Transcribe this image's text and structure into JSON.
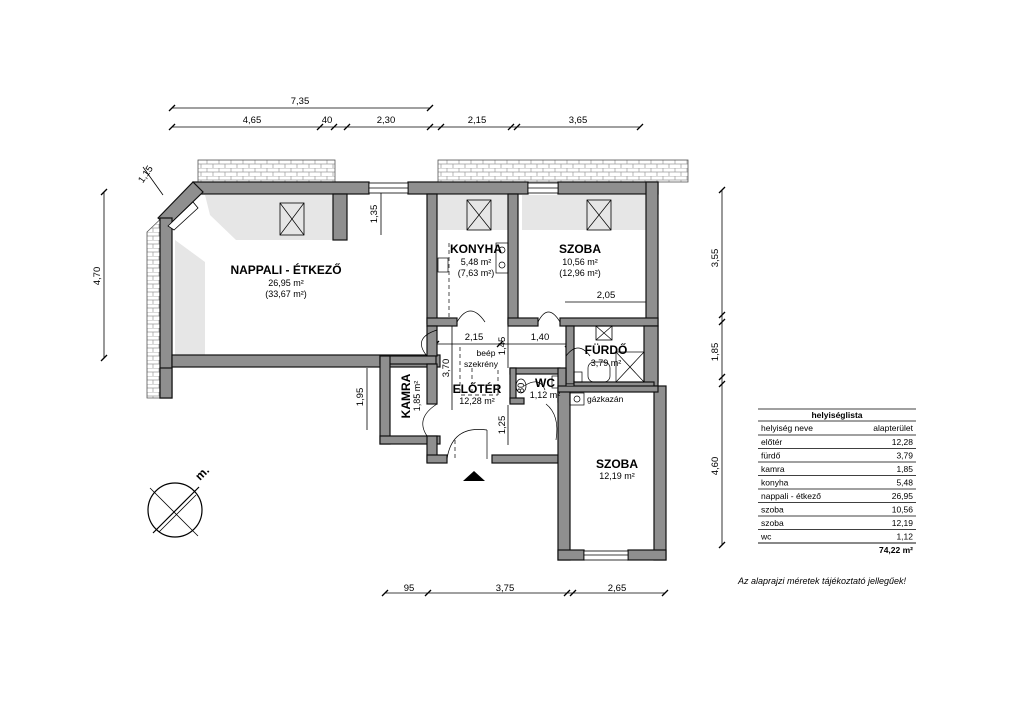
{
  "dimensions": {
    "top_overall": "7,35",
    "top_seg1": "4,65",
    "top_seg2": "40",
    "top_seg3": "2,30",
    "top_seg4": "2,15",
    "top_seg5": "3,65",
    "diag": "1,15",
    "left_height": "4,70",
    "pillar": "1,35",
    "right1": "3,55",
    "right2": "1,85",
    "right3": "4,60",
    "szoba_width": "2,05",
    "hall_width": "2,15",
    "hall_width2": "1,40",
    "v145": "1,45",
    "v370": "3,70",
    "v195": "1,95",
    "v125": "1,25",
    "v80": "80",
    "bottom1": "95",
    "bottom2": "3,75",
    "bottom3": "2,65"
  },
  "rooms": {
    "nappali": {
      "name": "NAPPALI - ÉTKEZŐ",
      "area": "26,95 m²",
      "area2": "(33,67 m²)"
    },
    "konyha": {
      "name": "KONYHA",
      "area": "5,48 m²",
      "area2": "(7,63 m²)"
    },
    "szoba1": {
      "name": "SZOBA",
      "area": "10,56 m²",
      "area2": "(12,96 m²)"
    },
    "furdo": {
      "name": "FÜRDŐ",
      "area": "3,79 m²"
    },
    "wc": {
      "name": "WC",
      "area": "1,12 m²"
    },
    "eloter": {
      "name": "ELŐTÉR",
      "area": "12,28 m²"
    },
    "kamra": {
      "name": "KAMRA",
      "area": "1,85 m²"
    },
    "szoba2": {
      "name": "SZOBA",
      "area": "12,19 m²"
    }
  },
  "labels": {
    "beep1": "beép",
    "beep2": "szekrény",
    "gazkazan": "gázkazán",
    "north": "m."
  },
  "room_list": {
    "title": "helyiséglista",
    "col1": "helyiség neve",
    "col2": "alapterület",
    "rows": [
      {
        "name": "előtér",
        "area": "12,28"
      },
      {
        "name": "fürdő",
        "area": "3,79"
      },
      {
        "name": "kamra",
        "area": "1,85"
      },
      {
        "name": "konyha",
        "area": "5,48"
      },
      {
        "name": "nappali - étkező",
        "area": "26,95"
      },
      {
        "name": "szoba",
        "area": "10,56"
      },
      {
        "name": "szoba",
        "area": "12,19"
      },
      {
        "name": "wc",
        "area": "1,12"
      }
    ],
    "total": "74,22 m²"
  },
  "note": "Az alaprajzi méretek tájékoztató jellegűek!"
}
